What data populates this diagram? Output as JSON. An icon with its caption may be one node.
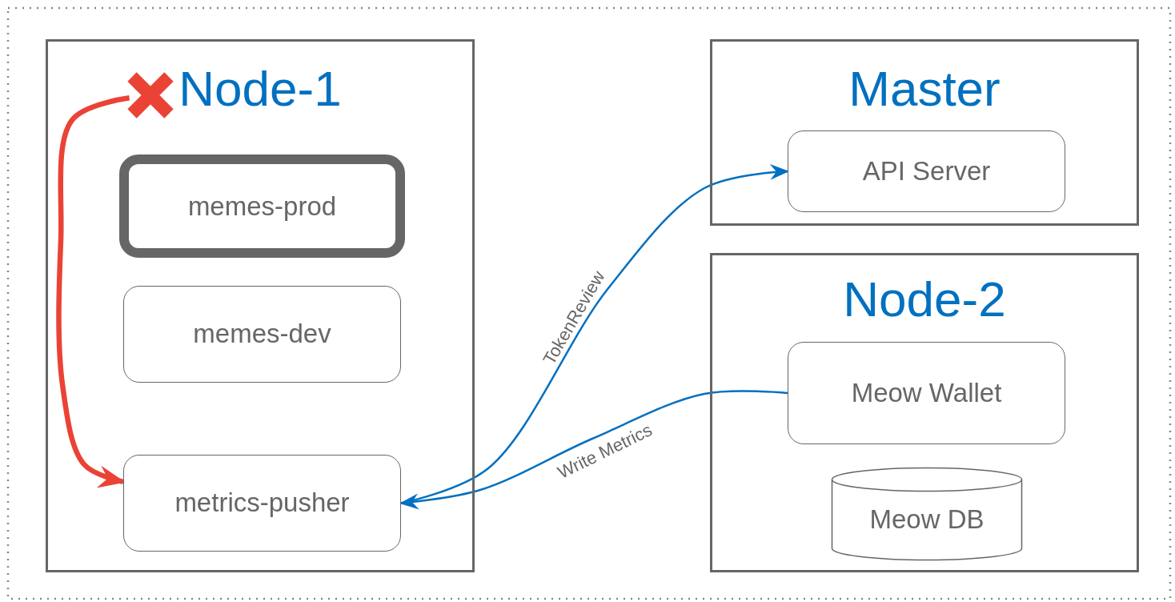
{
  "diagram": {
    "nodes": [
      {
        "text": [
          "Node-1"
        ]
      },
      {
        "text": [],
        "shape": "cross",
        "in": 0
      },
      {
        "text": [
          "memes-prod"
        ],
        "in": 0
      },
      {
        "text": [
          "memes-dev"
        ],
        "in": 0
      },
      {
        "text": [
          "metrics-pusher"
        ],
        "in": 0
      },
      {
        "text": [
          "Master"
        ]
      },
      {
        "text": [
          "API Server"
        ],
        "in": 5
      },
      {
        "text": [
          "Node-2"
        ]
      },
      {
        "text": [
          "Meow Wallet"
        ],
        "in": 7
      },
      {
        "text": [
          "Meow DB"
        ],
        "in": 7
      }
    ],
    "edges": [
      {
        "from": 1,
        "to": 4,
        "arrow": "to",
        "style": "thick",
        "color": "#ea4335"
      },
      {
        "from": 4,
        "to": 6,
        "arrow": "to",
        "label": "TokenReview"
      },
      {
        "from": 8,
        "to": 4,
        "arrow": "to",
        "label": "Write Metrics"
      }
    ]
  }
}
